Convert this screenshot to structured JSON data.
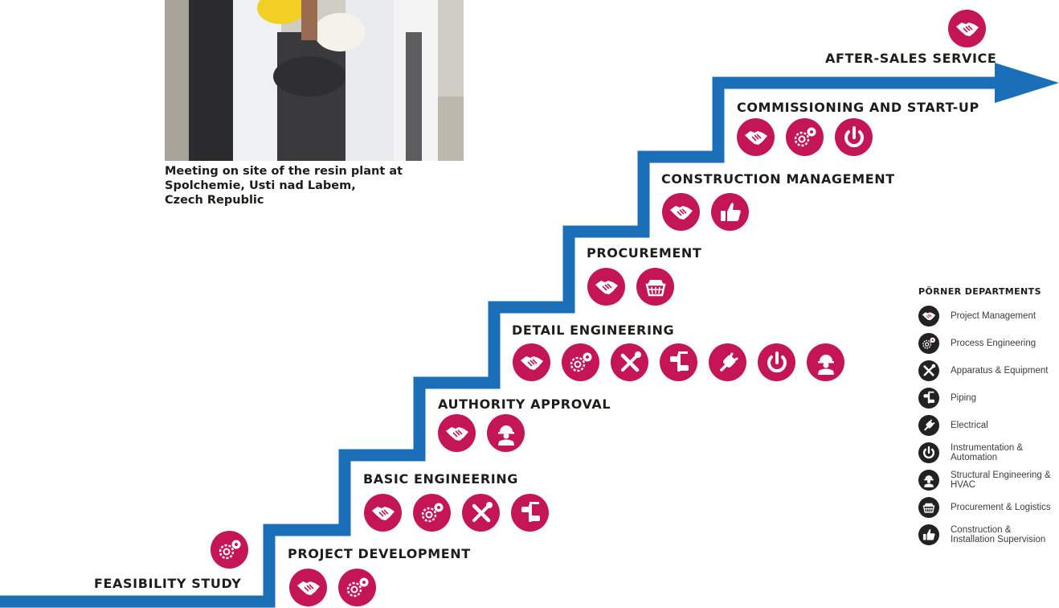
{
  "caption": {
    "line1": "Meeting on site of the resin plant at",
    "line2": "Spolchemie, Usti nad Labem,",
    "line3": "Czech Republic"
  },
  "stages": [
    {
      "name": "feasibility-study",
      "label": "FEASIBILITY STUDY",
      "icons": [
        "process-engineering-icon"
      ]
    },
    {
      "name": "project-development",
      "label": "PROJECT DEVELOPMENT",
      "icons": [
        "project-management-icon",
        "process-engineering-icon"
      ]
    },
    {
      "name": "basic-engineering",
      "label": "BASIC ENGINEERING",
      "icons": [
        "project-management-icon",
        "process-engineering-icon",
        "apparatus-equipment-icon",
        "piping-icon"
      ]
    },
    {
      "name": "authority-approval",
      "label": "AUTHORITY APPROVAL",
      "icons": [
        "project-management-icon",
        "structural-engineering-icon"
      ]
    },
    {
      "name": "detail-engineering",
      "label": "DETAIL ENGINEERING",
      "icons": [
        "project-management-icon",
        "process-engineering-icon",
        "apparatus-equipment-icon",
        "piping-icon",
        "electrical-icon",
        "instrumentation-automation-icon",
        "structural-engineering-icon"
      ]
    },
    {
      "name": "procurement",
      "label": "PROCUREMENT",
      "icons": [
        "project-management-icon",
        "procurement-logistics-icon"
      ]
    },
    {
      "name": "construction-management",
      "label": "CONSTRUCTION MANAGEMENT",
      "icons": [
        "project-management-icon",
        "construction-supervision-icon"
      ]
    },
    {
      "name": "commissioning-start-up",
      "label": "COMMISSIONING AND START-UP",
      "icons": [
        "project-management-icon",
        "process-engineering-icon",
        "instrumentation-automation-icon"
      ]
    },
    {
      "name": "after-sales-service",
      "label": "AFTER-SALES SERVICE",
      "icons": [
        "project-management-icon"
      ]
    }
  ],
  "legend": {
    "title": "PÖRNER DEPARTMENTS",
    "items": [
      {
        "icon": "project-management-icon",
        "label": "Project Management"
      },
      {
        "icon": "process-engineering-icon",
        "label": "Process Engineering"
      },
      {
        "icon": "apparatus-equipment-icon",
        "label": "Apparatus & Equipment"
      },
      {
        "icon": "piping-icon",
        "label": "Piping"
      },
      {
        "icon": "electrical-icon",
        "label": "Electrical"
      },
      {
        "icon": "instrumentation-automation-icon",
        "label": "Instrumentation & Automation"
      },
      {
        "icon": "structural-engineering-icon",
        "label": "Structural Engineering & HVAC"
      },
      {
        "icon": "procurement-logistics-icon",
        "label": "Procurement & Logistics"
      },
      {
        "icon": "construction-supervision-icon",
        "label": "Construction & Installation Supervision"
      }
    ]
  },
  "colors": {
    "stair": "#1a6fb8",
    "icon_bg": "#c41657",
    "legend_icon_bg": "#222222"
  }
}
